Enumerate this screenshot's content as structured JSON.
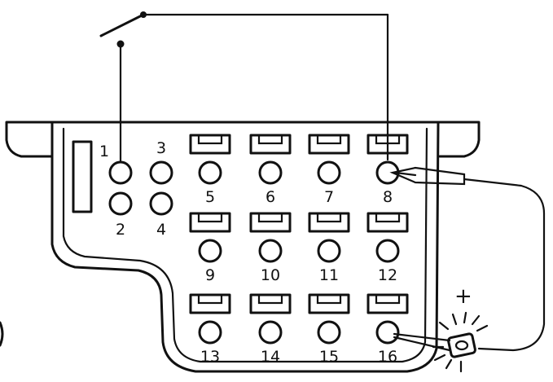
{
  "terminals": [
    {
      "label": "1"
    },
    {
      "label": "2"
    },
    {
      "label": "3"
    },
    {
      "label": "4"
    },
    {
      "label": "5"
    },
    {
      "label": "6"
    },
    {
      "label": "7"
    },
    {
      "label": "8"
    },
    {
      "label": "9"
    },
    {
      "label": "10"
    },
    {
      "label": "11"
    },
    {
      "label": "12"
    },
    {
      "label": "13"
    },
    {
      "label": "14"
    },
    {
      "label": "15"
    },
    {
      "label": "16"
    }
  ],
  "test_lamp": {
    "polarity_label": "+"
  },
  "colors": {
    "ink": "#111111",
    "background": "#ffffff"
  }
}
